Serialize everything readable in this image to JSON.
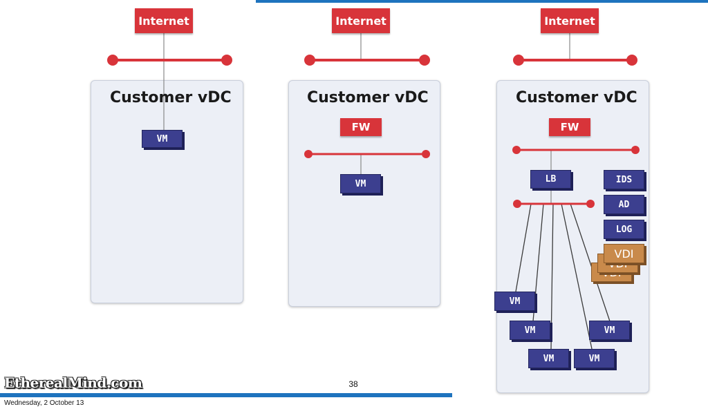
{
  "panels": [
    {
      "title": "Customer vDC",
      "internet": "Internet",
      "vm": "VM"
    },
    {
      "title": "Customer vDC",
      "internet": "Internet",
      "fw": "FW",
      "vm": "VM"
    },
    {
      "title": "Customer vDC",
      "internet": "Internet",
      "fw": "FW",
      "lb": "LB",
      "services": [
        "IDS",
        "AD",
        "LOG"
      ],
      "vdi": [
        "VDI",
        "VDI",
        "VDI"
      ],
      "vms": [
        "VM",
        "VM",
        "VM",
        "VM",
        "VM"
      ]
    }
  ],
  "footer": {
    "logo": "EtherealMind.com",
    "page_number": "38",
    "date": "Wednesday, 2 October 13"
  },
  "colors": {
    "network_red": "#d8343a",
    "vm_blue": "#3c3f8f",
    "vdi_orange": "#c98a4b",
    "bar_blue": "#1e73be"
  }
}
